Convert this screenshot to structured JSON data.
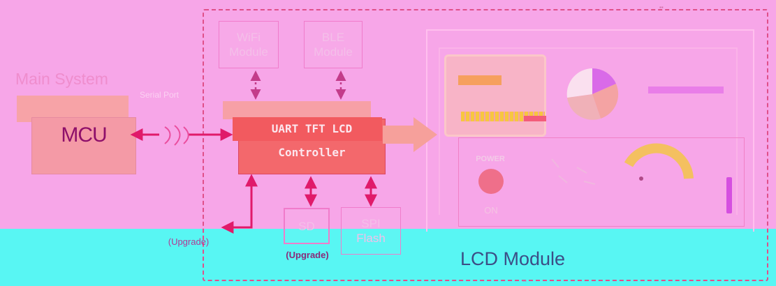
{
  "main_system": {
    "title": "Main System",
    "mcu_label": "MCU",
    "serial_label": "Serial Port"
  },
  "controller": {
    "line1": "UART TFT LCD",
    "line2": "Controller"
  },
  "modules": {
    "wifi": [
      "WiFi",
      "Module"
    ],
    "ble": [
      "BLE",
      "Module"
    ],
    "sd": "SD",
    "sd_caption": "(Upgrade)",
    "spi": [
      "SPI",
      "Flash"
    ],
    "uart_upgrade": "(Upgrade)"
  },
  "lcd_module": {
    "title": "LCD Module",
    "power_label": "POWER",
    "on_label": "ON"
  },
  "colors": {
    "background": "#f7a6e8",
    "band": "#58f6f3",
    "arrow": "#e01a6a",
    "controller": "#f3686c",
    "dash": "#e0508a"
  }
}
